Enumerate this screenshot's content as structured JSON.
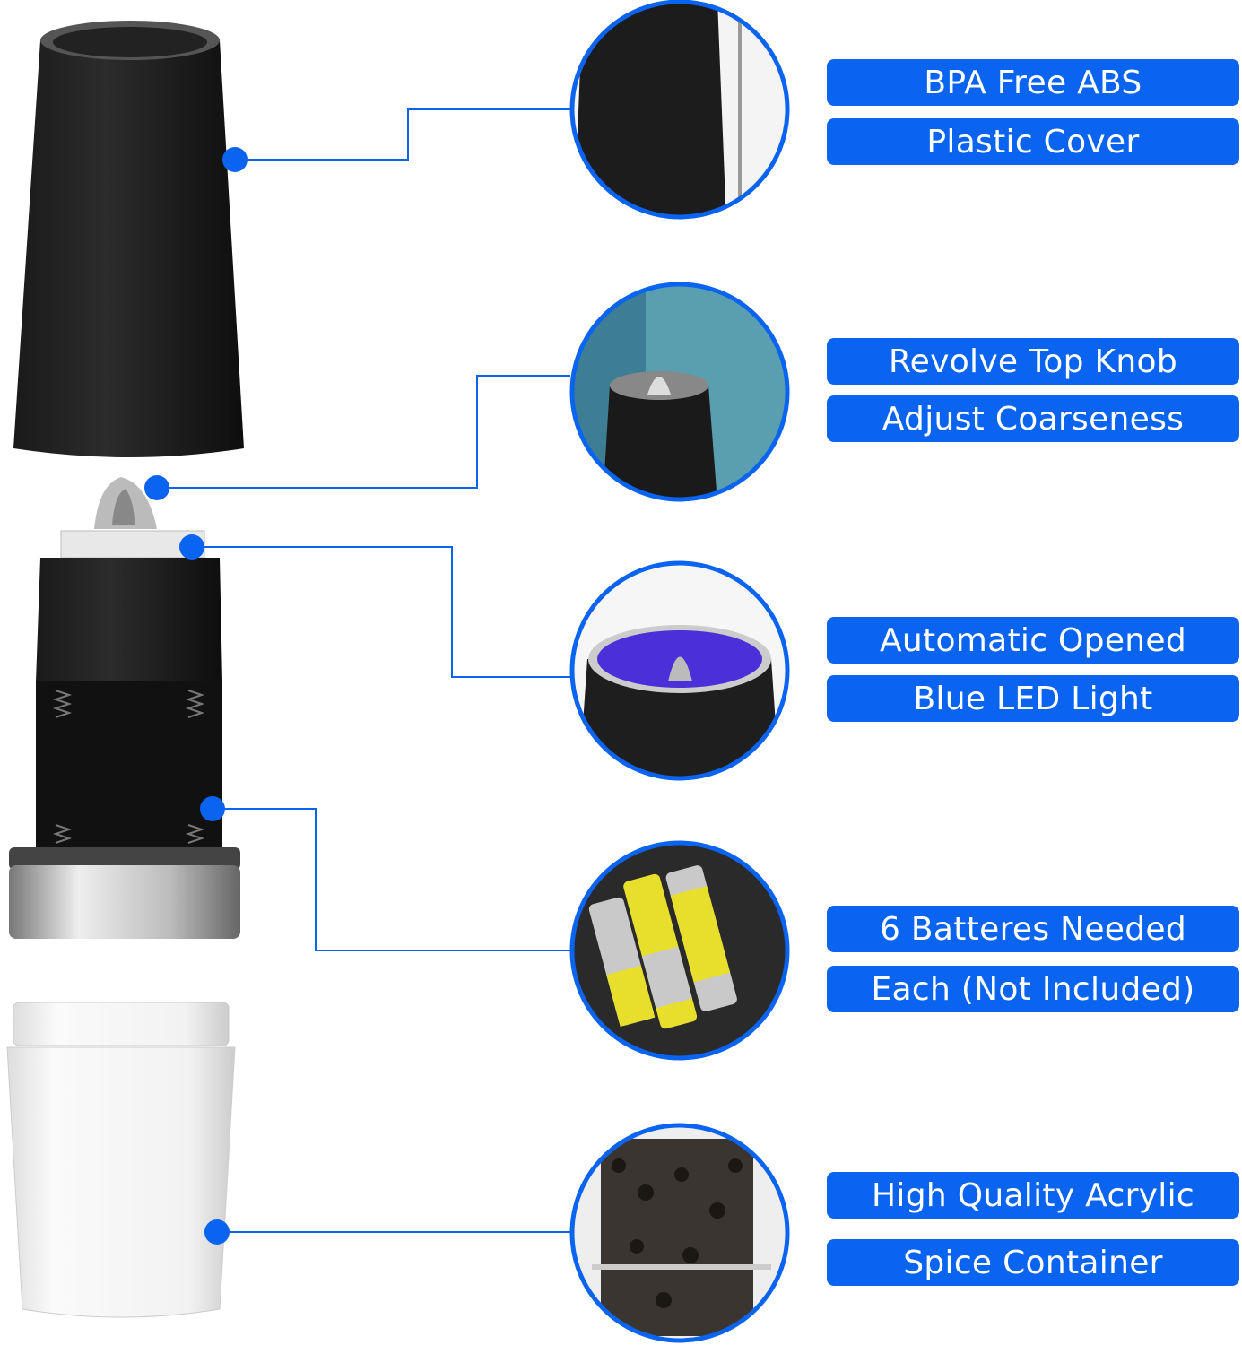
{
  "accent_color": "#0a64f0",
  "features": [
    {
      "line1": "BPA Free ABS",
      "line2": "Plastic Cover",
      "part": "top-cover"
    },
    {
      "line1": "Revolve Top Knob",
      "line2": "Adjust Coarseness",
      "part": "top-knob"
    },
    {
      "line1": "Automatic Opened",
      "line2": "Blue LED Light",
      "part": "led-light"
    },
    {
      "line1": "6 Batteres Needed",
      "line2": "Each (Not Included)",
      "part": "battery-compartment"
    },
    {
      "line1": "High Quality Acrylic",
      "line2": "Spice Container",
      "part": "spice-container"
    }
  ]
}
